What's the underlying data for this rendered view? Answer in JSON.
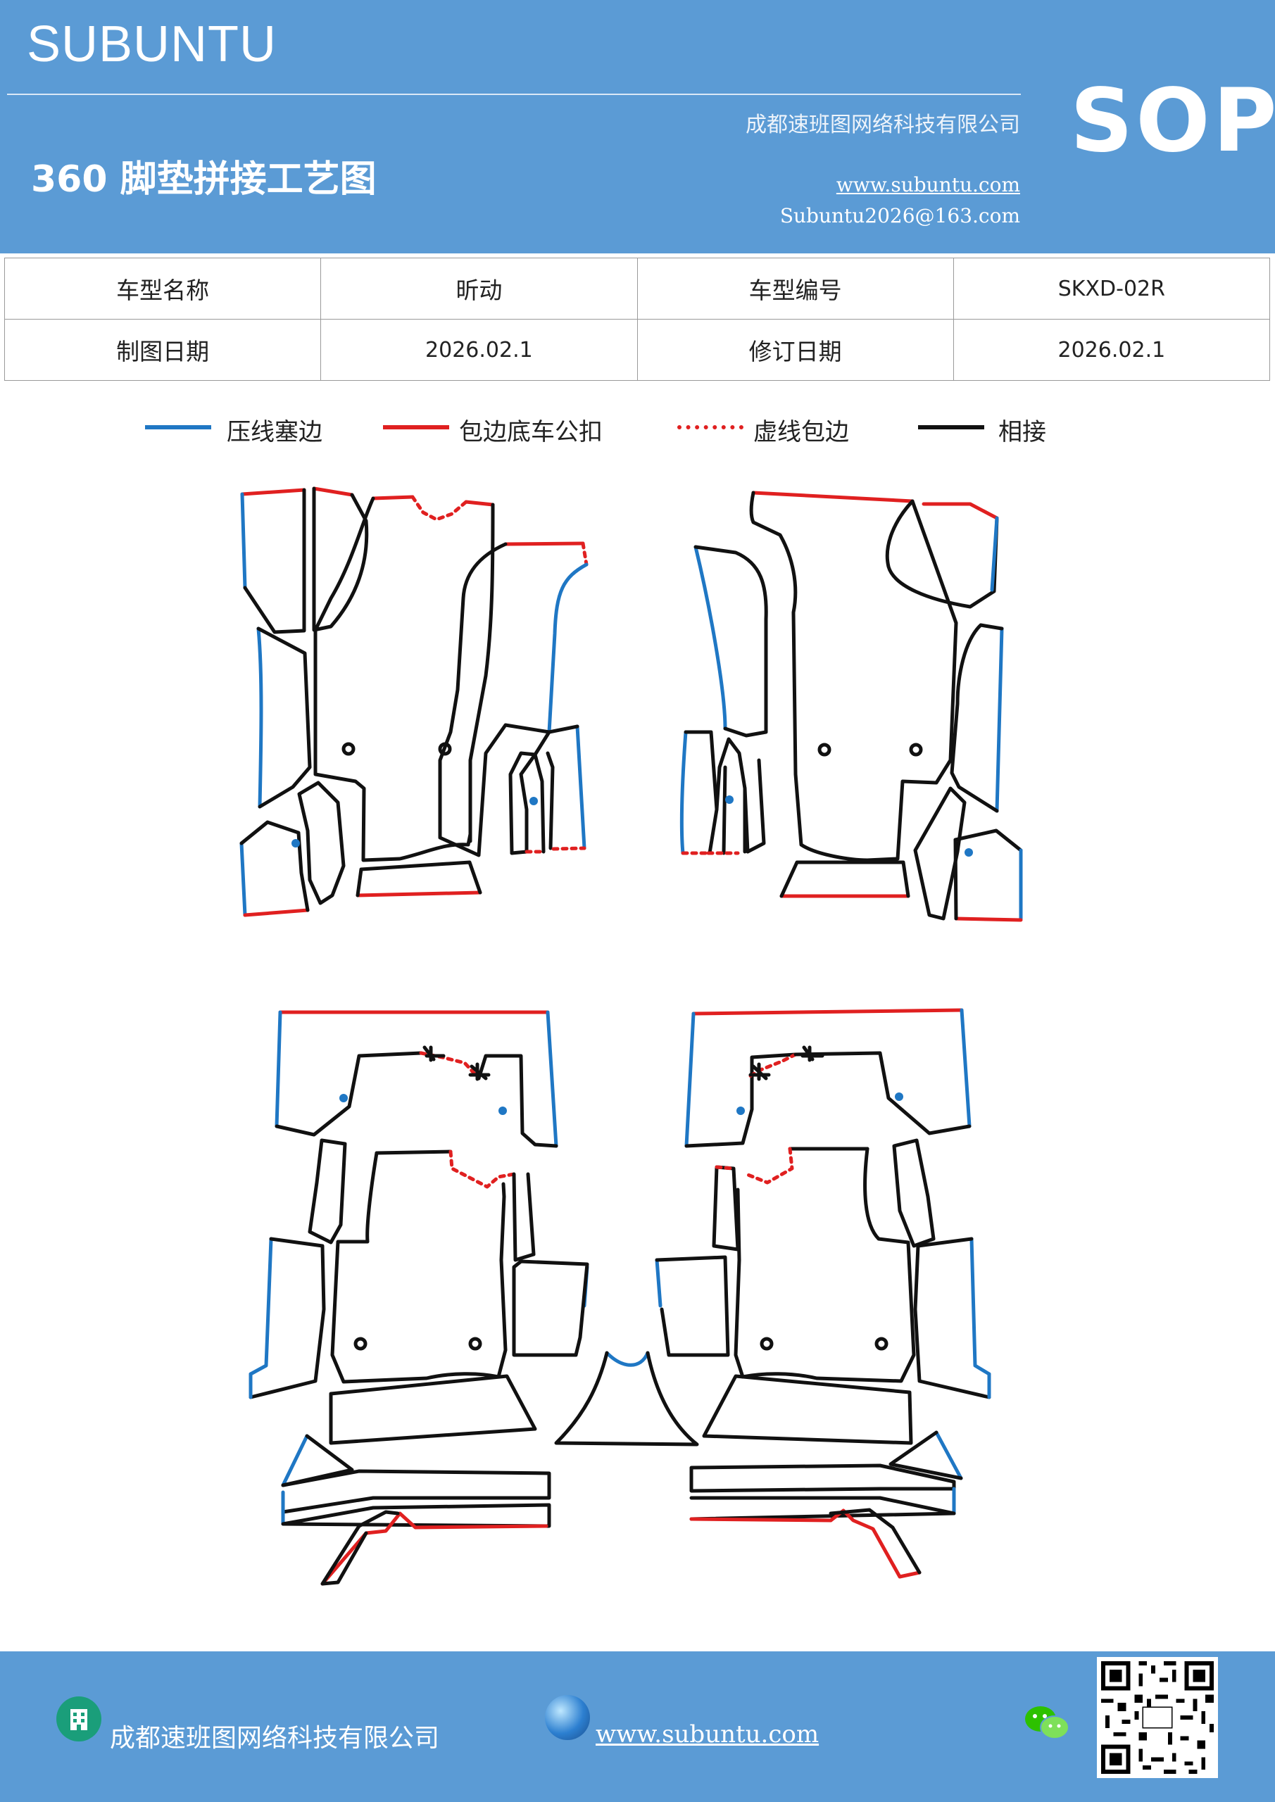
{
  "header": {
    "brand": "SUBUNTU",
    "subtitle": "360 脚垫拼接工艺图",
    "company": "成都速班图网络科技有限公司",
    "website": "www.subuntu.com",
    "email": "Subuntu2026@163.com",
    "badge": "SOP"
  },
  "info_table": {
    "row1": {
      "label1": "车型名称",
      "value1": "昕动",
      "label2": "车型编号",
      "value2": "SKXD-02R"
    },
    "row2": {
      "label1": "制图日期",
      "value1": "2026.02.1",
      "label2": "修订日期",
      "value2": "2026.02.1"
    }
  },
  "legend": [
    {
      "label": "压线塞边",
      "color": "#1f77c4",
      "style": "solid"
    },
    {
      "label": "包边底车公扣",
      "color": "#e02020",
      "style": "solid"
    },
    {
      "label": "虚线包边",
      "color": "#e02020",
      "style": "dotted"
    },
    {
      "label": "相接",
      "color": "#111111",
      "style": "solid"
    }
  ],
  "footer": {
    "company": "成都速班图网络科技有限公司",
    "website": "www.subuntu.com",
    "icons": [
      "building-icon",
      "globe-icon",
      "wechat-icon",
      "qr-code"
    ]
  },
  "colors": {
    "header_bg": "#5b9bd5",
    "blue_edge": "#1f77c4",
    "red_edge": "#e02020",
    "black_edge": "#111111"
  }
}
